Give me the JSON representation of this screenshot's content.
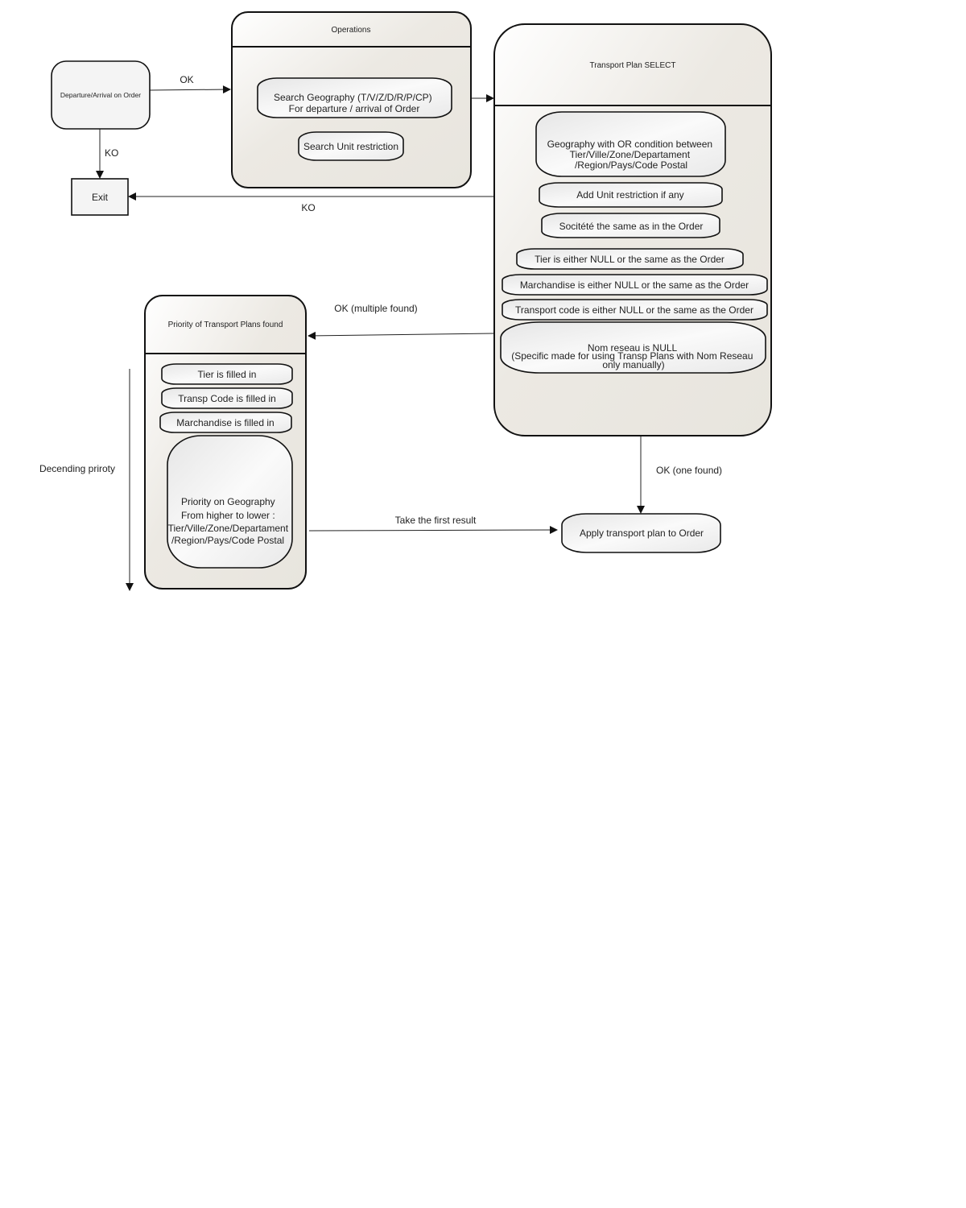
{
  "nodes": {
    "start": "Departure/Arrival on Order",
    "exit": "Exit",
    "operations_title": "Operations",
    "search_geo": [
      "Search Geography (T/V/Z/D/R/P/CP)",
      "For departure / arrival of Order"
    ],
    "search_unit": "Search Unit restriction",
    "tp_select_title": "Transport Plan SELECT",
    "geo_or": [
      "Geography with OR condition between",
      "Tier/Ville/Zone/Departament",
      "/Region/Pays/Code Postal"
    ],
    "add_unit": "Add Unit restriction if any",
    "societe": "Socitété the same as in the Order",
    "tier_null": "Tier is either NULL or the same as the Order",
    "march_null": "Marchandise is either NULL or the same as the Order",
    "transp_null": "Transport code is either NULL or the same as the Order",
    "nom_reseau": [
      "Nom reseau is NULL",
      "(Specific made for using Transp Plans with Nom Reseau",
      "only manually)"
    ],
    "priority_title": "Priority of Transport Plans found",
    "tier_filled": "Tier is filled in",
    "transp_filled": "Transp Code is filled in",
    "march_filled": "Marchandise is filled in",
    "priority_geo": [
      "Priority on Geography",
      "From higher to lower :",
      "Tier/Ville/Zone/Departament",
      "/Region/Pays/Code Postal"
    ],
    "apply": "Apply transport plan to Order"
  },
  "edges": {
    "ok": "OK",
    "ko_down": "KO",
    "ko_left": "KO",
    "ok_multiple": "OK (multiple found)",
    "ok_one": "OK (one found)",
    "take_first": "Take the first result",
    "descending": "Decending priroty"
  }
}
